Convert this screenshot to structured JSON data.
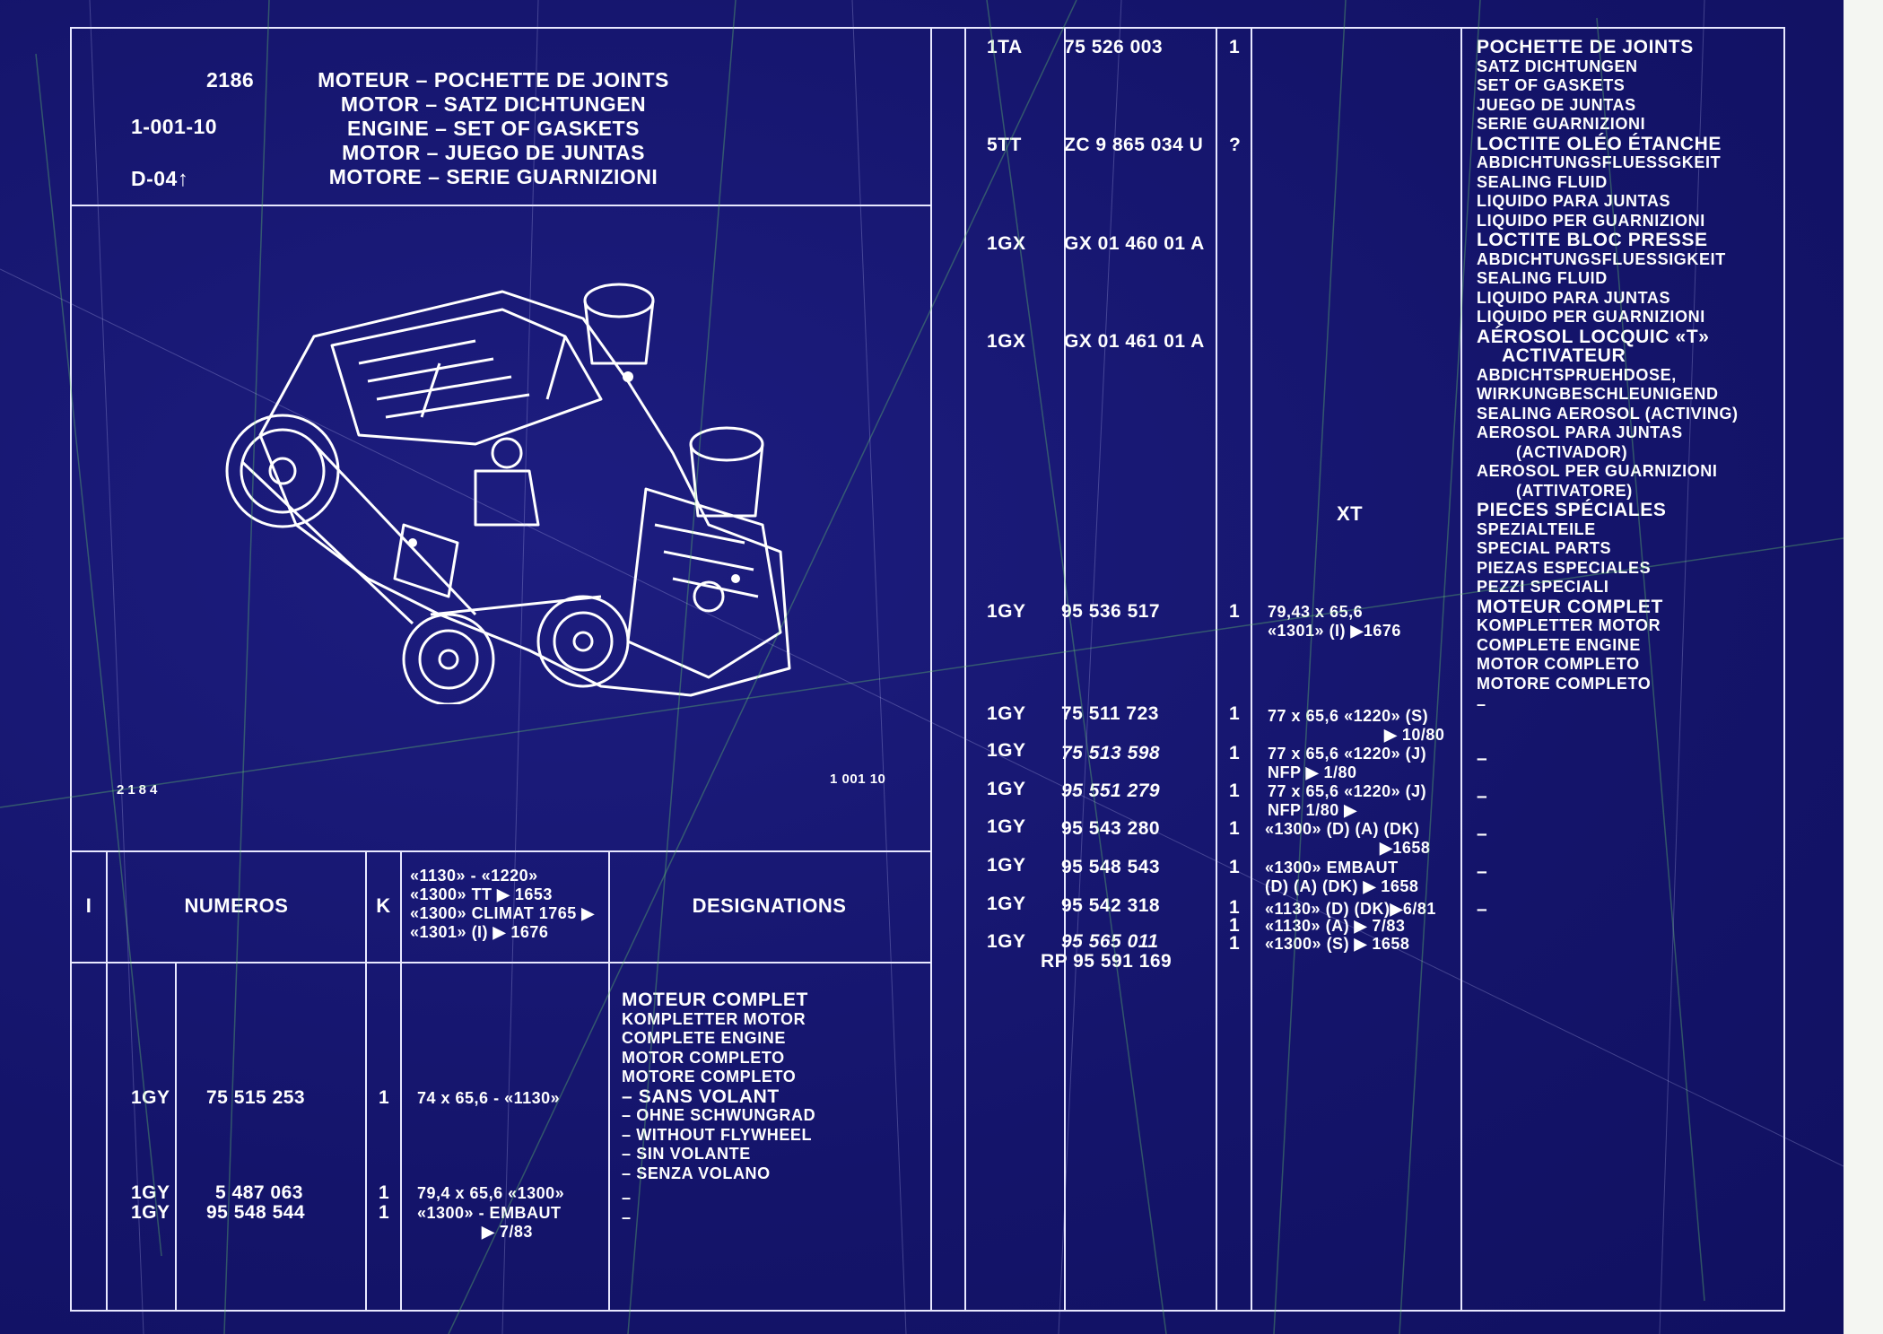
{
  "header": {
    "plate_number": "2186",
    "ref": "1-001-10",
    "d_code": "D-04",
    "titles": [
      "MOTEUR – POCHETTE DE JOINTS",
      "MOTOR – SATZ DICHTUNGEN",
      "ENGINE – SET OF GASKETS",
      "MOTOR – JUEGO DE JUNTAS",
      "MOTORE – SERIE GUARNIZIONI"
    ]
  },
  "figure": {
    "label_left": "2184",
    "label_right": "1 001 10"
  },
  "columns": {
    "i": "I",
    "numeros": "NUMEROS",
    "k": "K",
    "models": [
      "«1130» - «1220»",
      "«1300» TT ▶ 1653",
      "«1300» CLIMAT 1765 ▶",
      "«1301» (I) ▶ 1676"
    ],
    "designations": "DESIGNATIONS",
    "xt": "XT"
  },
  "left_rows": [
    {
      "code": "1GY",
      "num": "75 515 253",
      "k": "1",
      "spec": [
        "74 x 65,6 - «1130»"
      ]
    },
    {
      "code": "1GY",
      "num": "5 487 063",
      "k": "1",
      "spec": [
        "79,4 x 65,6 «1300»"
      ]
    },
    {
      "code": "1GY",
      "num": "95 548 544",
      "k": "1",
      "spec": [
        "«1300» - EMBAUT",
        "▶ 7/83"
      ]
    }
  ],
  "left_designation": {
    "title": "MOTEUR COMPLET",
    "lines": [
      "KOMPLETTER MOTOR",
      "COMPLETE ENGINE",
      "MOTOR COMPLETO",
      "MOTORE COMPLETO"
    ],
    "sub_title": "– SANS VOLANT",
    "sub_lines": [
      "– OHNE SCHWUNGRAD",
      "– WITHOUT FLYWHEEL",
      "– SIN VOLANTE",
      "– SENZA VOLANO"
    ],
    "dashes": [
      "–",
      "–"
    ]
  },
  "right_rows": [
    {
      "code": "1TA",
      "num": "75 526 003",
      "k": "1",
      "spec": []
    },
    {
      "code": "5TT",
      "num": "ZC 9 865 034 U",
      "k": "?",
      "spec": []
    },
    {
      "code": "1GX",
      "num": "GX 01 460 01 A",
      "k": "",
      "spec": []
    },
    {
      "code": "1GX",
      "num": "GX 01 461 01 A",
      "k": "",
      "spec": []
    },
    {
      "code": "1GY",
      "num": "95 536 517",
      "k": "1",
      "spec": [
        "79,43 x 65,6",
        "«1301» (I)        ▶1676"
      ]
    },
    {
      "code": "1GY",
      "num": "75 511 723",
      "k": "1",
      "spec": [
        "77 x 65,6 «1220» (S)",
        "▶ 10/80"
      ]
    },
    {
      "code": "1GY",
      "num": "75 513 598",
      "k": "1",
      "spec": [
        "77 x 65,6 «1220» (J)",
        "NFP            ▶ 1/80"
      ]
    },
    {
      "code": "1GY",
      "num": "95 551 279",
      "k": "1",
      "spec": [
        "77 x 65,6 «1220» (J)",
        "NFP              1/80 ▶"
      ]
    },
    {
      "code": "1GY",
      "num": "95 543 280",
      "k": "1",
      "spec": [
        "«1300» (D) (A) (DK)",
        "▶1658"
      ]
    },
    {
      "code": "1GY",
      "num": "95 548 543",
      "k": "1",
      "spec": [
        "«1300» EMBAUT",
        "(D) (A) (DK) ▶ 1658"
      ]
    },
    {
      "code": "1GY",
      "num": "95 542 318",
      "k": "1",
      "spec": [
        "«1130» (D) (DK)▶6/81"
      ]
    },
    {
      "code": "1GY",
      "num": "95 565 011",
      "k": "1",
      "spec": [
        "«1130» (A)    ▶  7/83"
      ]
    },
    {
      "code": "",
      "num": "RP 95 591 169",
      "k": "1",
      "spec": [
        "«1300» (S)     ▶  1658"
      ]
    }
  ],
  "right_designations": [
    {
      "title": "POCHETTE DE JOINTS",
      "lines": [
        "SATZ DICHTUNGEN",
        "SET OF GASKETS",
        "JUEGO DE JUNTAS",
        "SERIE GUARNIZIONI"
      ]
    },
    {
      "title": "LOCTITE OLÉO ÉTANCHE",
      "lines": [
        "ABDICHTUNGSFLUESSGKEIT",
        "SEALING FLUID",
        "LIQUIDO PARA JUNTAS",
        "LIQUIDO PER GUARNIZIONI"
      ]
    },
    {
      "title": "LOCTITE BLOC PRESSE",
      "lines": [
        "ABDICHTUNGSFLUESSIGKEIT",
        "SEALING FLUID",
        "LIQUIDO PARA JUNTAS",
        "LIQUIDO PER GUARNIZIONI"
      ]
    },
    {
      "title": "AÉROSOL LOCQUIC «T»",
      "lines": [
        "ACTIVATEUR",
        "ABDICHTSPRUEHDOSE,",
        "WIRKUNGBESCHLEUNIGEND",
        "SEALING AEROSOL (ACTIVING)",
        "AEROSOL PARA JUNTAS",
        "(ACTIVADOR)",
        "AEROSOL PER GUARNIZIONI",
        "(ATTIVATORE)"
      ]
    },
    {
      "title": "PIECES SPÉCIALES",
      "lines": [
        "SPEZIALTEILE",
        "SPECIAL PARTS",
        "PIEZAS ESPECIALES",
        "PEZZI SPECIALI"
      ]
    },
    {
      "title": "MOTEUR COMPLET",
      "lines": [
        "KOMPLETTER MOTOR",
        "COMPLETE ENGINE",
        "MOTOR COMPLETO",
        "MOTORE COMPLETO"
      ]
    }
  ],
  "right_dashes": [
    "–",
    "–",
    "–",
    "–",
    "–",
    "–",
    "–"
  ]
}
